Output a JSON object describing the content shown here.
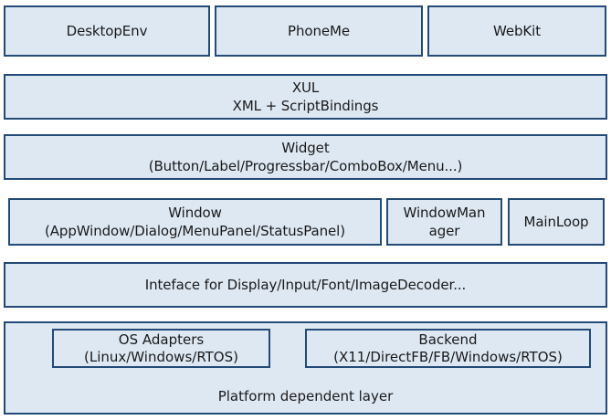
{
  "top_row": {
    "desktop_env": "DesktopEnv",
    "phoneme": "PhoneMe",
    "webkit": "WebKit"
  },
  "xul": {
    "line1": "XUL",
    "line2": "XML + ScriptBindings"
  },
  "widget": {
    "line1": "Widget",
    "line2": "(Button/Label/Progressbar/ComboBox/Menu...)"
  },
  "window": {
    "line1": "Window",
    "line2": "(AppWindow/Dialog/MenuPanel/StatusPanel)"
  },
  "window_manager": {
    "line1": "WindowMan",
    "line2": "ager"
  },
  "main_loop": "MainLoop",
  "interface": "Inteface for Display/Input/Font/ImageDecoder...",
  "platform": {
    "label": "Platform dependent layer",
    "os_adapters": {
      "line1": "OS Adapters",
      "line2": "(Linux/Windows/RTOS)"
    },
    "backend": {
      "line1": "Backend",
      "line2": "(X11/DirectFB/FB/Windows/RTOS)"
    }
  }
}
